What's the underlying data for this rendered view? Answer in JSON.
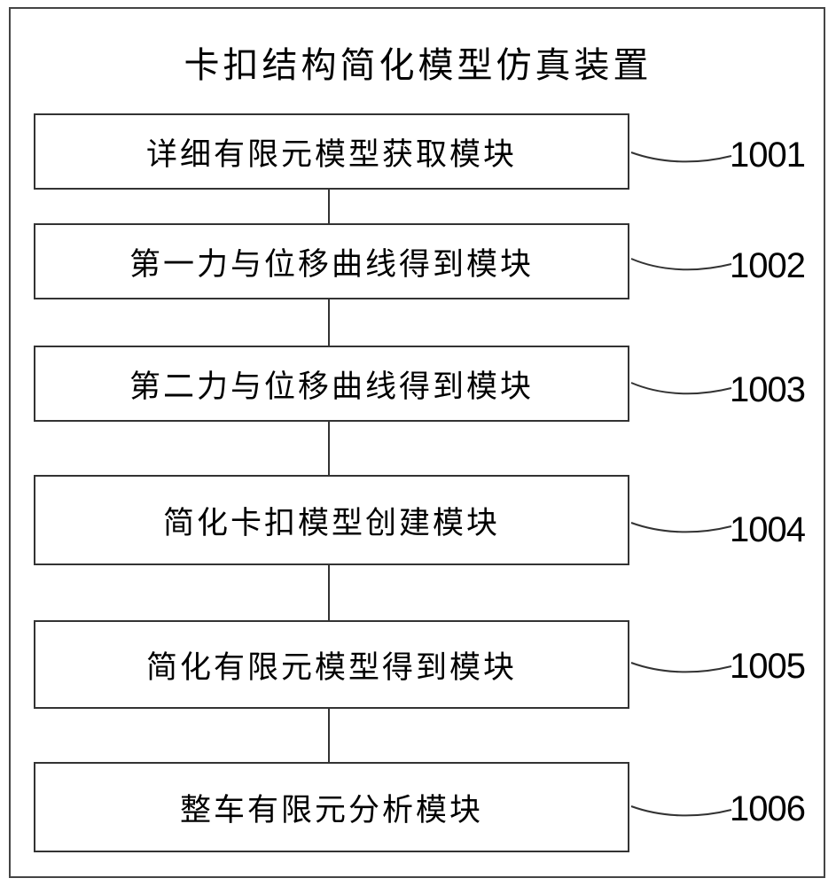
{
  "title": "卡扣结构简化模型仿真装置",
  "modules": [
    {
      "label": "详细有限元模型获取模块",
      "ref": "1001"
    },
    {
      "label": "第一力与位移曲线得到模块",
      "ref": "1002"
    },
    {
      "label": "第二力与位移曲线得到模块",
      "ref": "1003"
    },
    {
      "label": "简化卡扣模型创建模块",
      "ref": "1004"
    },
    {
      "label": "简化有限元模型得到模块",
      "ref": "1005"
    },
    {
      "label": "整车有限元分析模块",
      "ref": "1006"
    }
  ]
}
